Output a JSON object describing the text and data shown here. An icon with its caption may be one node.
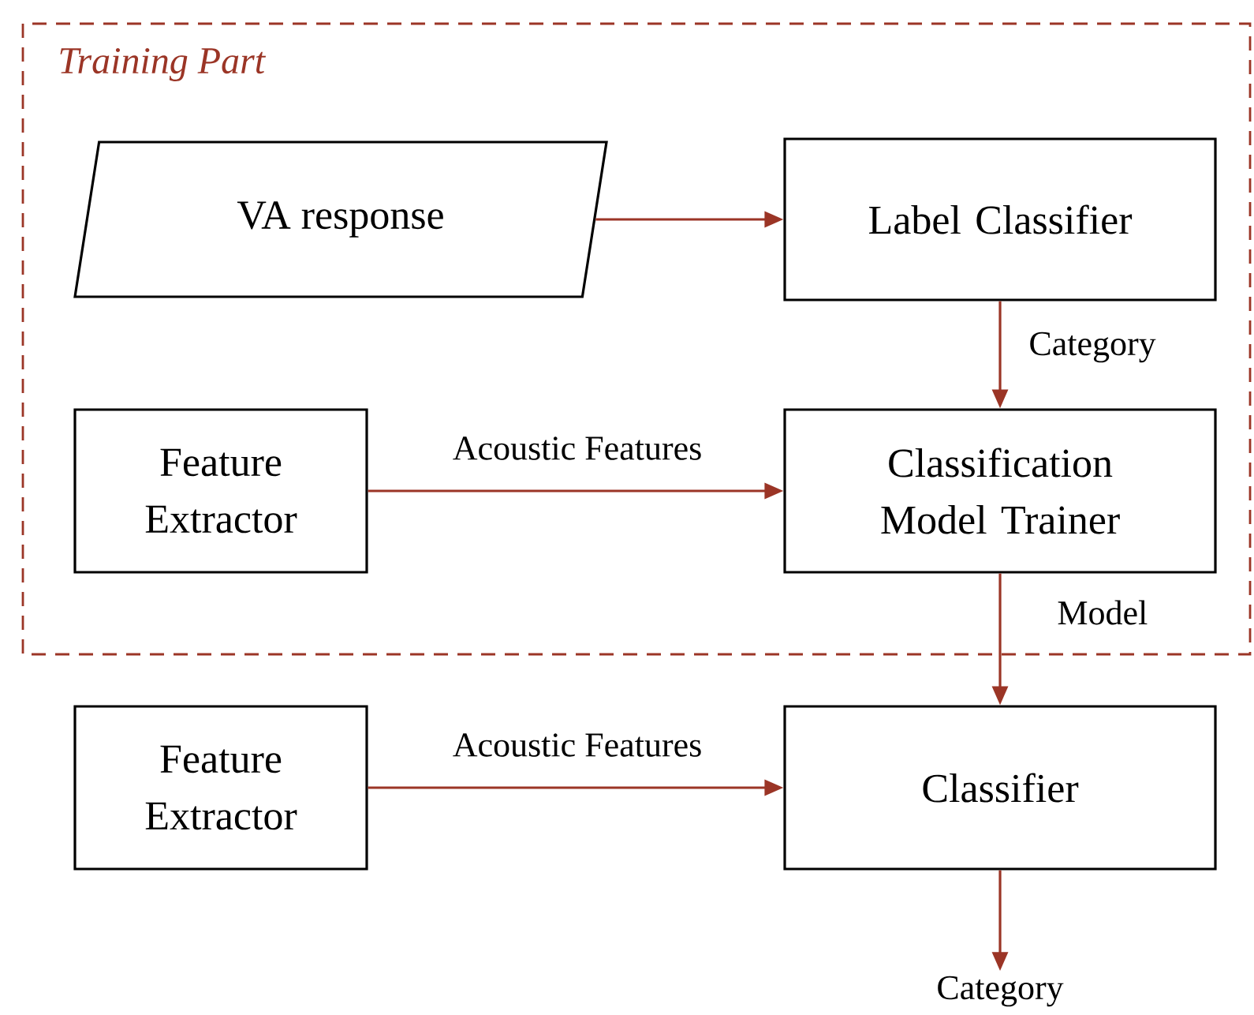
{
  "diagram": {
    "nodes": [
      {
        "text": [
          "Training Part"
        ]
      },
      {
        "text": [
          "VA response"
        ],
        "in": 0
      },
      {
        "text": [
          "Label Classifier"
        ],
        "in": 0
      },
      {
        "text": [
          "Feature Extractor"
        ],
        "in": 0
      },
      {
        "text": [
          "Classification Model Trainer"
        ],
        "in": 0
      },
      {
        "text": [
          "Feature Extractor"
        ]
      },
      {
        "text": [
          "Classifier"
        ]
      },
      {
        "text": [
          "Category"
        ]
      }
    ],
    "edges": [
      {
        "from": 1,
        "to": 2,
        "arrow": "to"
      },
      {
        "from": 2,
        "to": 4,
        "arrow": "to",
        "label": "Category"
      },
      {
        "from": 3,
        "to": 4,
        "arrow": "to",
        "label": "Acoustic Features"
      },
      {
        "from": 4,
        "to": 6,
        "arrow": "to",
        "label": "Model"
      },
      {
        "from": 5,
        "to": 6,
        "arrow": "to",
        "label": "Acoustic Features"
      },
      {
        "from": 6,
        "to": 7,
        "arrow": "to"
      }
    ]
  }
}
